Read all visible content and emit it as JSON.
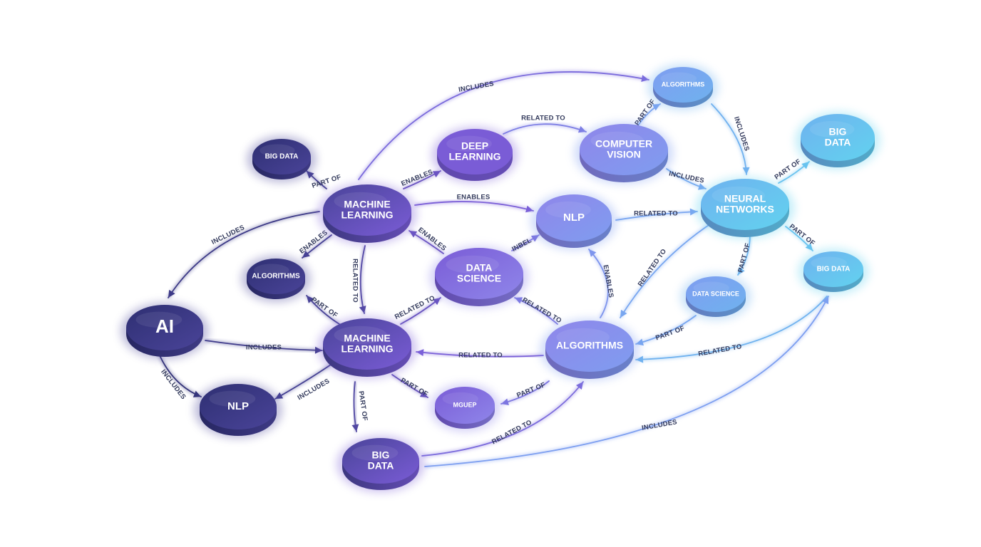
{
  "diagram": {
    "colors": {
      "deep_indigo": "#2e2f72",
      "indigo": "#4a4499",
      "violet": "#7a5cd6",
      "lavender": "#8f86ea",
      "periwinkle": "#7f9df0",
      "sky": "#6fb2ef",
      "cyan": "#62d2ef"
    },
    "nodes": [
      {
        "id": "ai",
        "label": "AI"
      },
      {
        "id": "big_data_top_left",
        "label": "BIG DATA"
      },
      {
        "id": "machine_learning_top",
        "label": "MACHINE LEARNING"
      },
      {
        "id": "deep_learning",
        "label": "DEEP LEARNING"
      },
      {
        "id": "computer_vision",
        "label": "COMPUTER VISION"
      },
      {
        "id": "algorithms_top",
        "label": "ALGORITHMS"
      },
      {
        "id": "big_data_right",
        "label": "BIG DATA"
      },
      {
        "id": "neural_networks",
        "label": "NEURAL NETWORKS"
      },
      {
        "id": "nlp_center",
        "label": "NLP"
      },
      {
        "id": "algorithms_left",
        "label": "ALGORITHMS"
      },
      {
        "id": "data_science_center",
        "label": "DATA SCIENCE"
      },
      {
        "id": "data_science_small",
        "label": "DATA SCIENCE"
      },
      {
        "id": "big_data_small_right",
        "label": "BIG DATA"
      },
      {
        "id": "machine_learning_mid",
        "label": "MACHINE LEARNING"
      },
      {
        "id": "algorithms_center",
        "label": "ALGORITHMS"
      },
      {
        "id": "nlp_bottom",
        "label": "NLP"
      },
      {
        "id": "mguep",
        "label": "MGUEP"
      },
      {
        "id": "big_data_bottom",
        "label": "BIG DATA"
      }
    ],
    "edges": [
      {
        "id": "e1",
        "from": "machine_learning_top",
        "to": "algorithms_top",
        "label": "INCLUDES"
      },
      {
        "id": "e2",
        "from": "deep_learning",
        "to": "computer_vision",
        "label": "RELATED TO"
      },
      {
        "id": "e3",
        "from": "computer_vision",
        "to": "algorithms_top",
        "label": "PART OF"
      },
      {
        "id": "e4",
        "from": "algorithms_top",
        "to": "neural_networks",
        "label": "INCLUDES"
      },
      {
        "id": "e5",
        "from": "machine_learning_top",
        "to": "big_data_top_left",
        "label": "PART OF"
      },
      {
        "id": "e6",
        "from": "machine_learning_top",
        "to": "deep_learning",
        "label": "ENABLES"
      },
      {
        "id": "e7",
        "from": "machine_learning_top",
        "to": "nlp_center",
        "label": "ENABLES"
      },
      {
        "id": "e8",
        "from": "computer_vision",
        "to": "neural_networks",
        "label": "INCLUDES"
      },
      {
        "id": "e9",
        "from": "neural_networks",
        "to": "big_data_right",
        "label": "PART OF"
      },
      {
        "id": "e10",
        "from": "nlp_center",
        "to": "neural_networks",
        "label": "RELATED TO"
      },
      {
        "id": "e11",
        "from": "machine_learning_top",
        "to": "ai",
        "label": "INCLUDES"
      },
      {
        "id": "e12",
        "from": "machine_learning_top",
        "to": "algorithms_left",
        "label": "ENABLES"
      },
      {
        "id": "e13",
        "from": "data_science_center",
        "to": "machine_learning_top",
        "label": "ENABLES"
      },
      {
        "id": "e14",
        "from": "data_science_center",
        "to": "nlp_center",
        "label": "INBEL"
      },
      {
        "id": "e15",
        "from": "neural_networks",
        "to": "big_data_small_right",
        "label": "PART OF"
      },
      {
        "id": "e16",
        "from": "neural_networks",
        "to": "data_science_small",
        "label": "PART OF"
      },
      {
        "id": "e17",
        "from": "machine_learning_top",
        "to": "machine_learning_mid",
        "label": "RELATED TO"
      },
      {
        "id": "e18",
        "from": "algorithms_center",
        "to": "nlp_center",
        "label": "ENABLES"
      },
      {
        "id": "e19",
        "from": "neural_networks",
        "to": "algorithms_center",
        "label": "RELATED TO"
      },
      {
        "id": "e20",
        "from": "machine_learning_mid",
        "to": "algorithms_left",
        "label": "PART OF"
      },
      {
        "id": "e21",
        "from": "machine_learning_mid",
        "to": "data_science_center",
        "label": "RELATED TO"
      },
      {
        "id": "e22",
        "from": "algorithms_center",
        "to": "data_science_center",
        "label": "RELATED TO"
      },
      {
        "id": "e23",
        "from": "data_science_small",
        "to": "algorithms_center",
        "label": "PART OF"
      },
      {
        "id": "e24",
        "from": "ai",
        "to": "machine_learning_mid",
        "label": "INCLUDES"
      },
      {
        "id": "e25",
        "from": "algorithms_center",
        "to": "machine_learning_mid",
        "label": "RELATED TO"
      },
      {
        "id": "e26",
        "from": "big_data_small_right",
        "to": "algorithms_center",
        "label": "RELATED TO"
      },
      {
        "id": "e27",
        "from": "ai",
        "to": "nlp_bottom",
        "label": "INCLUDES"
      },
      {
        "id": "e28",
        "from": "machine_learning_mid",
        "to": "nlp_bottom",
        "label": "INCLUDES"
      },
      {
        "id": "e29",
        "from": "machine_learning_mid",
        "to": "mguep",
        "label": "PART OF"
      },
      {
        "id": "e30",
        "from": "algorithms_center",
        "to": "mguep",
        "label": "PART OF"
      },
      {
        "id": "e31",
        "from": "machine_learning_mid",
        "to": "big_data_bottom",
        "label": "PART OF"
      },
      {
        "id": "e32",
        "from": "big_data_bottom",
        "to": "algorithms_center",
        "label": "RELATED TO"
      },
      {
        "id": "e33",
        "from": "big_data_bottom",
        "to": "big_data_small_right",
        "label": "INCLUDES"
      }
    ]
  }
}
